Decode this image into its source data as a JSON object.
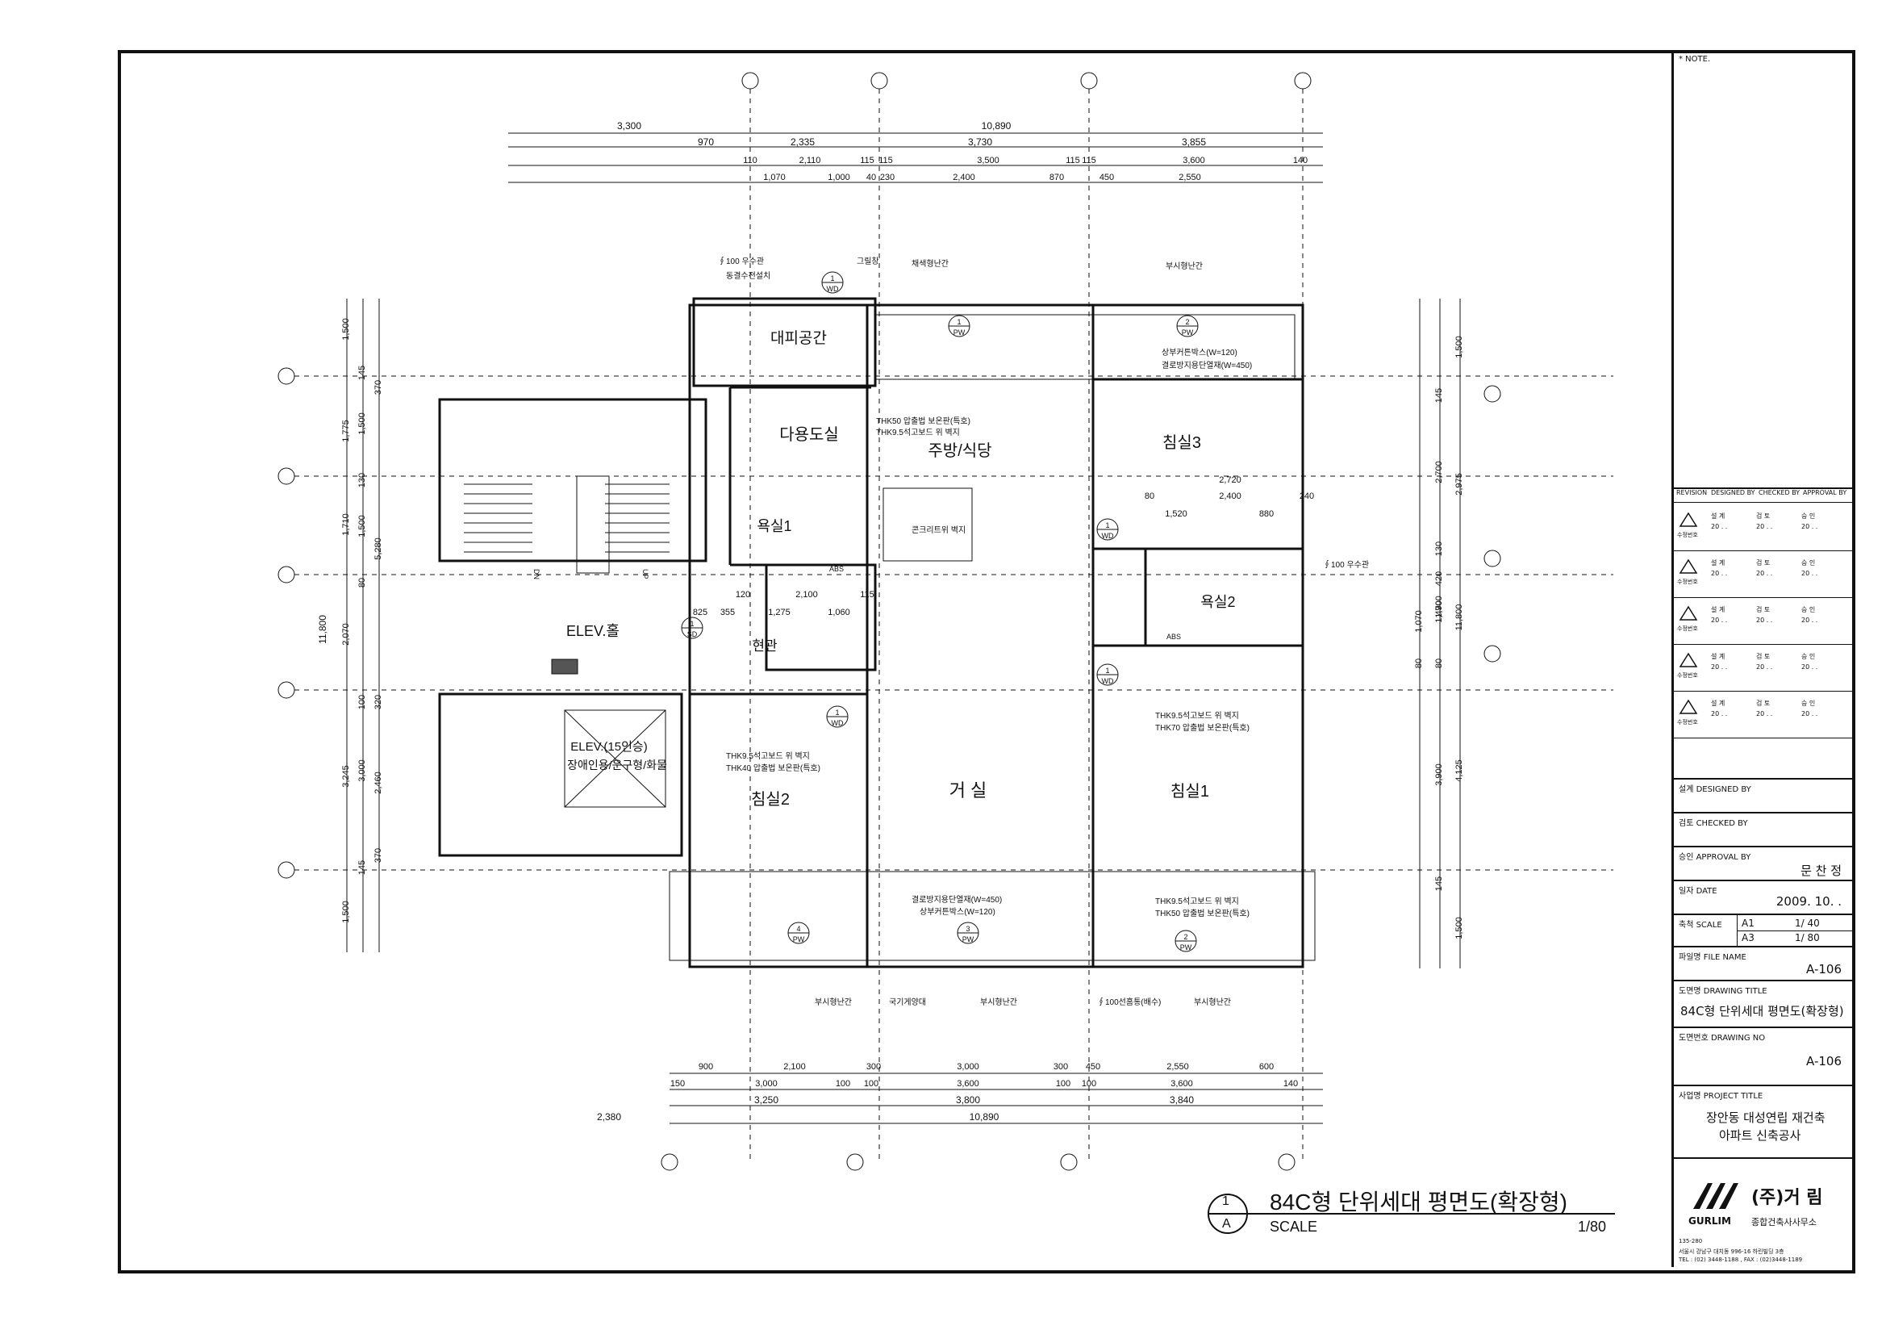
{
  "drawing": {
    "title": "84C형 단위세대 평면도(확장형)",
    "scale_label": "SCALE",
    "scale_value": "1/80",
    "callout_number": "1",
    "callout_letter": "A"
  },
  "rooms": [
    {
      "key": "dayongdo",
      "label": "다용도실"
    },
    {
      "key": "kitchen",
      "label": "주방/식당"
    },
    {
      "key": "bed3",
      "label": "침실3"
    },
    {
      "key": "bath1",
      "label": "욕실1"
    },
    {
      "key": "bath2",
      "label": "욕실2"
    },
    {
      "key": "elev_hall",
      "label": "ELEV.홀"
    },
    {
      "key": "entrance",
      "label": "현관"
    },
    {
      "key": "elev",
      "label": "ELEV.(15인승)"
    },
    {
      "key": "elev_sub",
      "label": "장애인용/운구형/화물"
    },
    {
      "key": "bed2",
      "label": "침실2"
    },
    {
      "key": "living",
      "label": "거 실"
    },
    {
      "key": "bed1",
      "label": "침실1"
    },
    {
      "key": "evac",
      "label": "대피공간"
    }
  ],
  "notes": [
    "∮100 우수관",
    "동결수전설치",
    "그릴창",
    "채색형난간",
    "부시형난간",
    "상부커튼박스(W=120)",
    "결로방지용단열재(W=450)",
    "THK50 압출법 보온판(특호)",
    "THK9.5석고보드 위 벽지",
    "콘크리트위 벽지",
    "∮100 우수관",
    "THK9.5석고보드 위 벽지",
    "THK70 압출법 보온판(특호)",
    "THK9.5석고보드 위 벽지",
    "THK40 압출법 보온판(특호)",
    "결로방지용단열재(W=450)",
    "상부커튼박스(W=120)",
    "THK9.5석고보드 위 벽지",
    "THK50 압출법 보온판(특호)",
    "부시형난간",
    "국기게양대",
    "부시형난간",
    "∮100선홈통(배수)",
    "부시형난간"
  ],
  "dims_top": {
    "row1": [
      "3,300",
      "10,890"
    ],
    "row2": [
      "970",
      "2,335",
      "3,730",
      "3,855"
    ],
    "row3": [
      "110",
      "2,110",
      "115",
      "115",
      "3,500",
      "115",
      "115",
      "3,600",
      "140"
    ],
    "row4": [
      "1,070",
      "1,000",
      "40",
      "230",
      "2,400",
      "870",
      "450",
      "2,550"
    ]
  },
  "dims_bottom": {
    "row1": [
      "900",
      "2,100",
      "300",
      "3,000",
      "300",
      "450",
      "2,550",
      "600"
    ],
    "row2": [
      "150",
      "3,000",
      "100",
      "100",
      "3,600",
      "100",
      "100",
      "3,600",
      "140"
    ],
    "row3": [
      "3,250",
      "3,800",
      "3,840"
    ],
    "row4": [
      "2,380",
      "10,890"
    ]
  },
  "dims_left": {
    "outer": [
      "1,500",
      "1,775",
      "1,710",
      "2,070",
      "3,245",
      "1,500"
    ],
    "mid": [
      "145",
      "1,500",
      "130",
      "1,500",
      "80",
      "100",
      "3,000",
      "145"
    ],
    "inner": [
      "370",
      "5,280",
      "320",
      "2,460",
      "370"
    ],
    "total": "11,800"
  },
  "dims_right": {
    "outer": [
      "1,500",
      "2,975",
      "11,800",
      "4,125",
      "1,500"
    ],
    "mid": [
      "145",
      "2,700",
      "130",
      "420",
      "1,490",
      "1,700",
      "80",
      "3,900",
      "145"
    ],
    "inner": [
      "1,070",
      "80"
    ]
  },
  "dims_inner": {
    "bed3": [
      "2,720",
      "2,400",
      "80",
      "1,520",
      "880",
      "240"
    ],
    "entry": [
      "120",
      "2,100",
      "115",
      "825",
      "355",
      "1,275",
      "1,060"
    ]
  },
  "symbols": {
    "door_types": [
      "PW",
      "PW",
      "WD",
      "WD",
      "WD",
      "WD",
      "SD",
      "PW",
      "PW",
      "PW"
    ],
    "door_numbers": [
      "1",
      "2",
      "1",
      "1",
      "1",
      "1",
      "1",
      "4",
      "3",
      "2"
    ],
    "abs": [
      "ABS",
      "ABS"
    ],
    "dn": "DN",
    "up": "UP"
  },
  "title_block": {
    "note": "* NOTE.",
    "revision_headers": [
      "REVISION",
      "DESIGNED BY",
      "CHECKED BY",
      "APPROVAL BY"
    ],
    "revision_cells": [
      "설 계",
      "검 토",
      "승 인"
    ],
    "revision_dates": [
      "20 . .",
      "20 . .",
      "20 . ."
    ],
    "revision_label": "수정번호",
    "designed_by": "설계  DESIGNED BY",
    "checked_by": "검토  CHECKED BY",
    "approval_by": "승인 APPROVAL BY",
    "approval_name": "문 찬 정",
    "date_label": "일자 DATE",
    "date_value": "2009. 10.  .",
    "scale_label": "축척 SCALE",
    "scale_a1": "A1",
    "scale_a1_val": "1/ 40",
    "scale_a3": "A3",
    "scale_a3_val": "1/ 80",
    "file_label": "파일명  FILE NAME",
    "file_value": "A-106",
    "drawing_title_label": "도면명  DRAWING TITLE",
    "drawing_title_value": "84C형 단위세대 평면도(확장형)",
    "drawing_no_label": "도면번호 DRAWING NO",
    "drawing_no_value": "A-106",
    "project_label": "사업명  PROJECT TITLE",
    "project_line1": "장안동 대성연립 재건축",
    "project_line2": "아파트 신축공사",
    "company_mark": "(주)거 림",
    "company_en": "GURLIM",
    "company_sub": "종합건축사사무소",
    "address_zip": "135-280",
    "address_line": "서울시 강남구 대치동 996-16 하린빌딩 3층",
    "tel_line": "TEL : (02) 3448-1188 , FAX : (02)3448-1189"
  },
  "colors": {
    "line": "#111111",
    "paper": "#ffffff",
    "hatch": "#555555"
  }
}
